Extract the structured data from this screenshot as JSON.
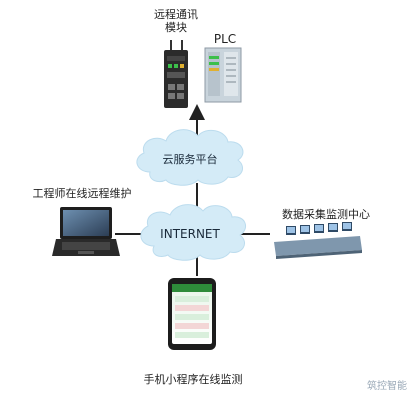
{
  "diagram": {
    "remote_module_label": "远程通讯\n模块",
    "plc_label": "PLC",
    "cloud_platform_label": "云服务平台",
    "internet_label": "INTERNET",
    "engineer_label": "工程师在线远程维护",
    "datacenter_label": "数据采集监测中心",
    "mobile_label": "手机小程序在线监测",
    "watermark_text": "筑控智能"
  },
  "colors": {
    "cloud_fill": "#d4ebf7",
    "cloud_stroke": "#bcdcee",
    "connector": "#222222",
    "plc_body": "#c9d4dc",
    "module_body": "#2b2b2b",
    "module_accent": "#3cbf4a"
  }
}
